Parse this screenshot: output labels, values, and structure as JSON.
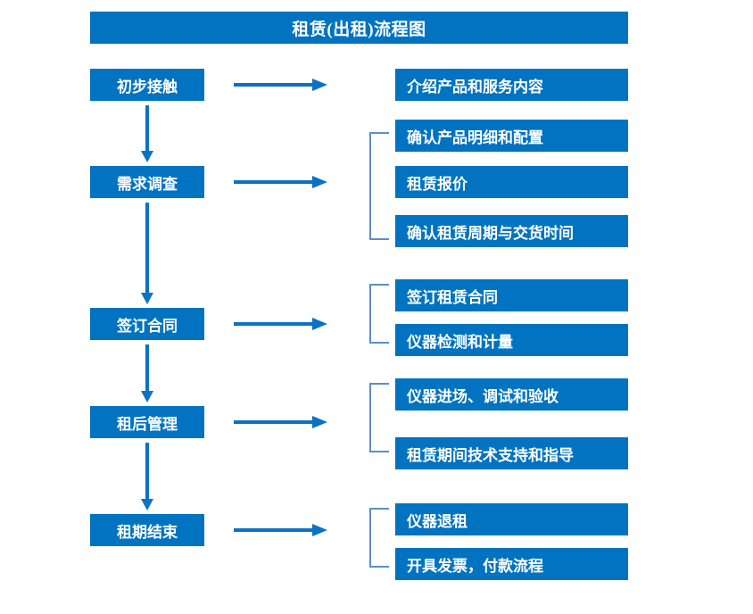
{
  "diagram": {
    "title": "租赁(出租)流程图",
    "colors": {
      "box_fill": "#0273c0",
      "box_text": "#ffffff",
      "arrow": "#0b72c4",
      "bracket": "#5b8fc9",
      "background": "#ffffff"
    },
    "stages": [
      {
        "id": "stage-1",
        "label": "初步接触"
      },
      {
        "id": "stage-2",
        "label": "需求调查"
      },
      {
        "id": "stage-3",
        "label": "签订合同"
      },
      {
        "id": "stage-4",
        "label": "租后管理"
      },
      {
        "id": "stage-5",
        "label": "租期结束"
      }
    ],
    "details": [
      {
        "id": "detail-1-1",
        "label": "介绍产品和服务内容"
      },
      {
        "id": "detail-2-1",
        "label": "确认产品明细和配置"
      },
      {
        "id": "detail-2-2",
        "label": "租赁报价"
      },
      {
        "id": "detail-2-3",
        "label": "确认租赁周期与交货时间"
      },
      {
        "id": "detail-3-1",
        "label": "签订租赁合同"
      },
      {
        "id": "detail-3-2",
        "label": "仪器检测和计量"
      },
      {
        "id": "detail-4-1",
        "label": "仪器进场、调试和验收"
      },
      {
        "id": "detail-4-2",
        "label": "租赁期间技术支持和指导"
      },
      {
        "id": "detail-5-1",
        "label": "仪器退租"
      },
      {
        "id": "detail-5-2",
        "label": "开具发票，付款流程"
      }
    ]
  }
}
